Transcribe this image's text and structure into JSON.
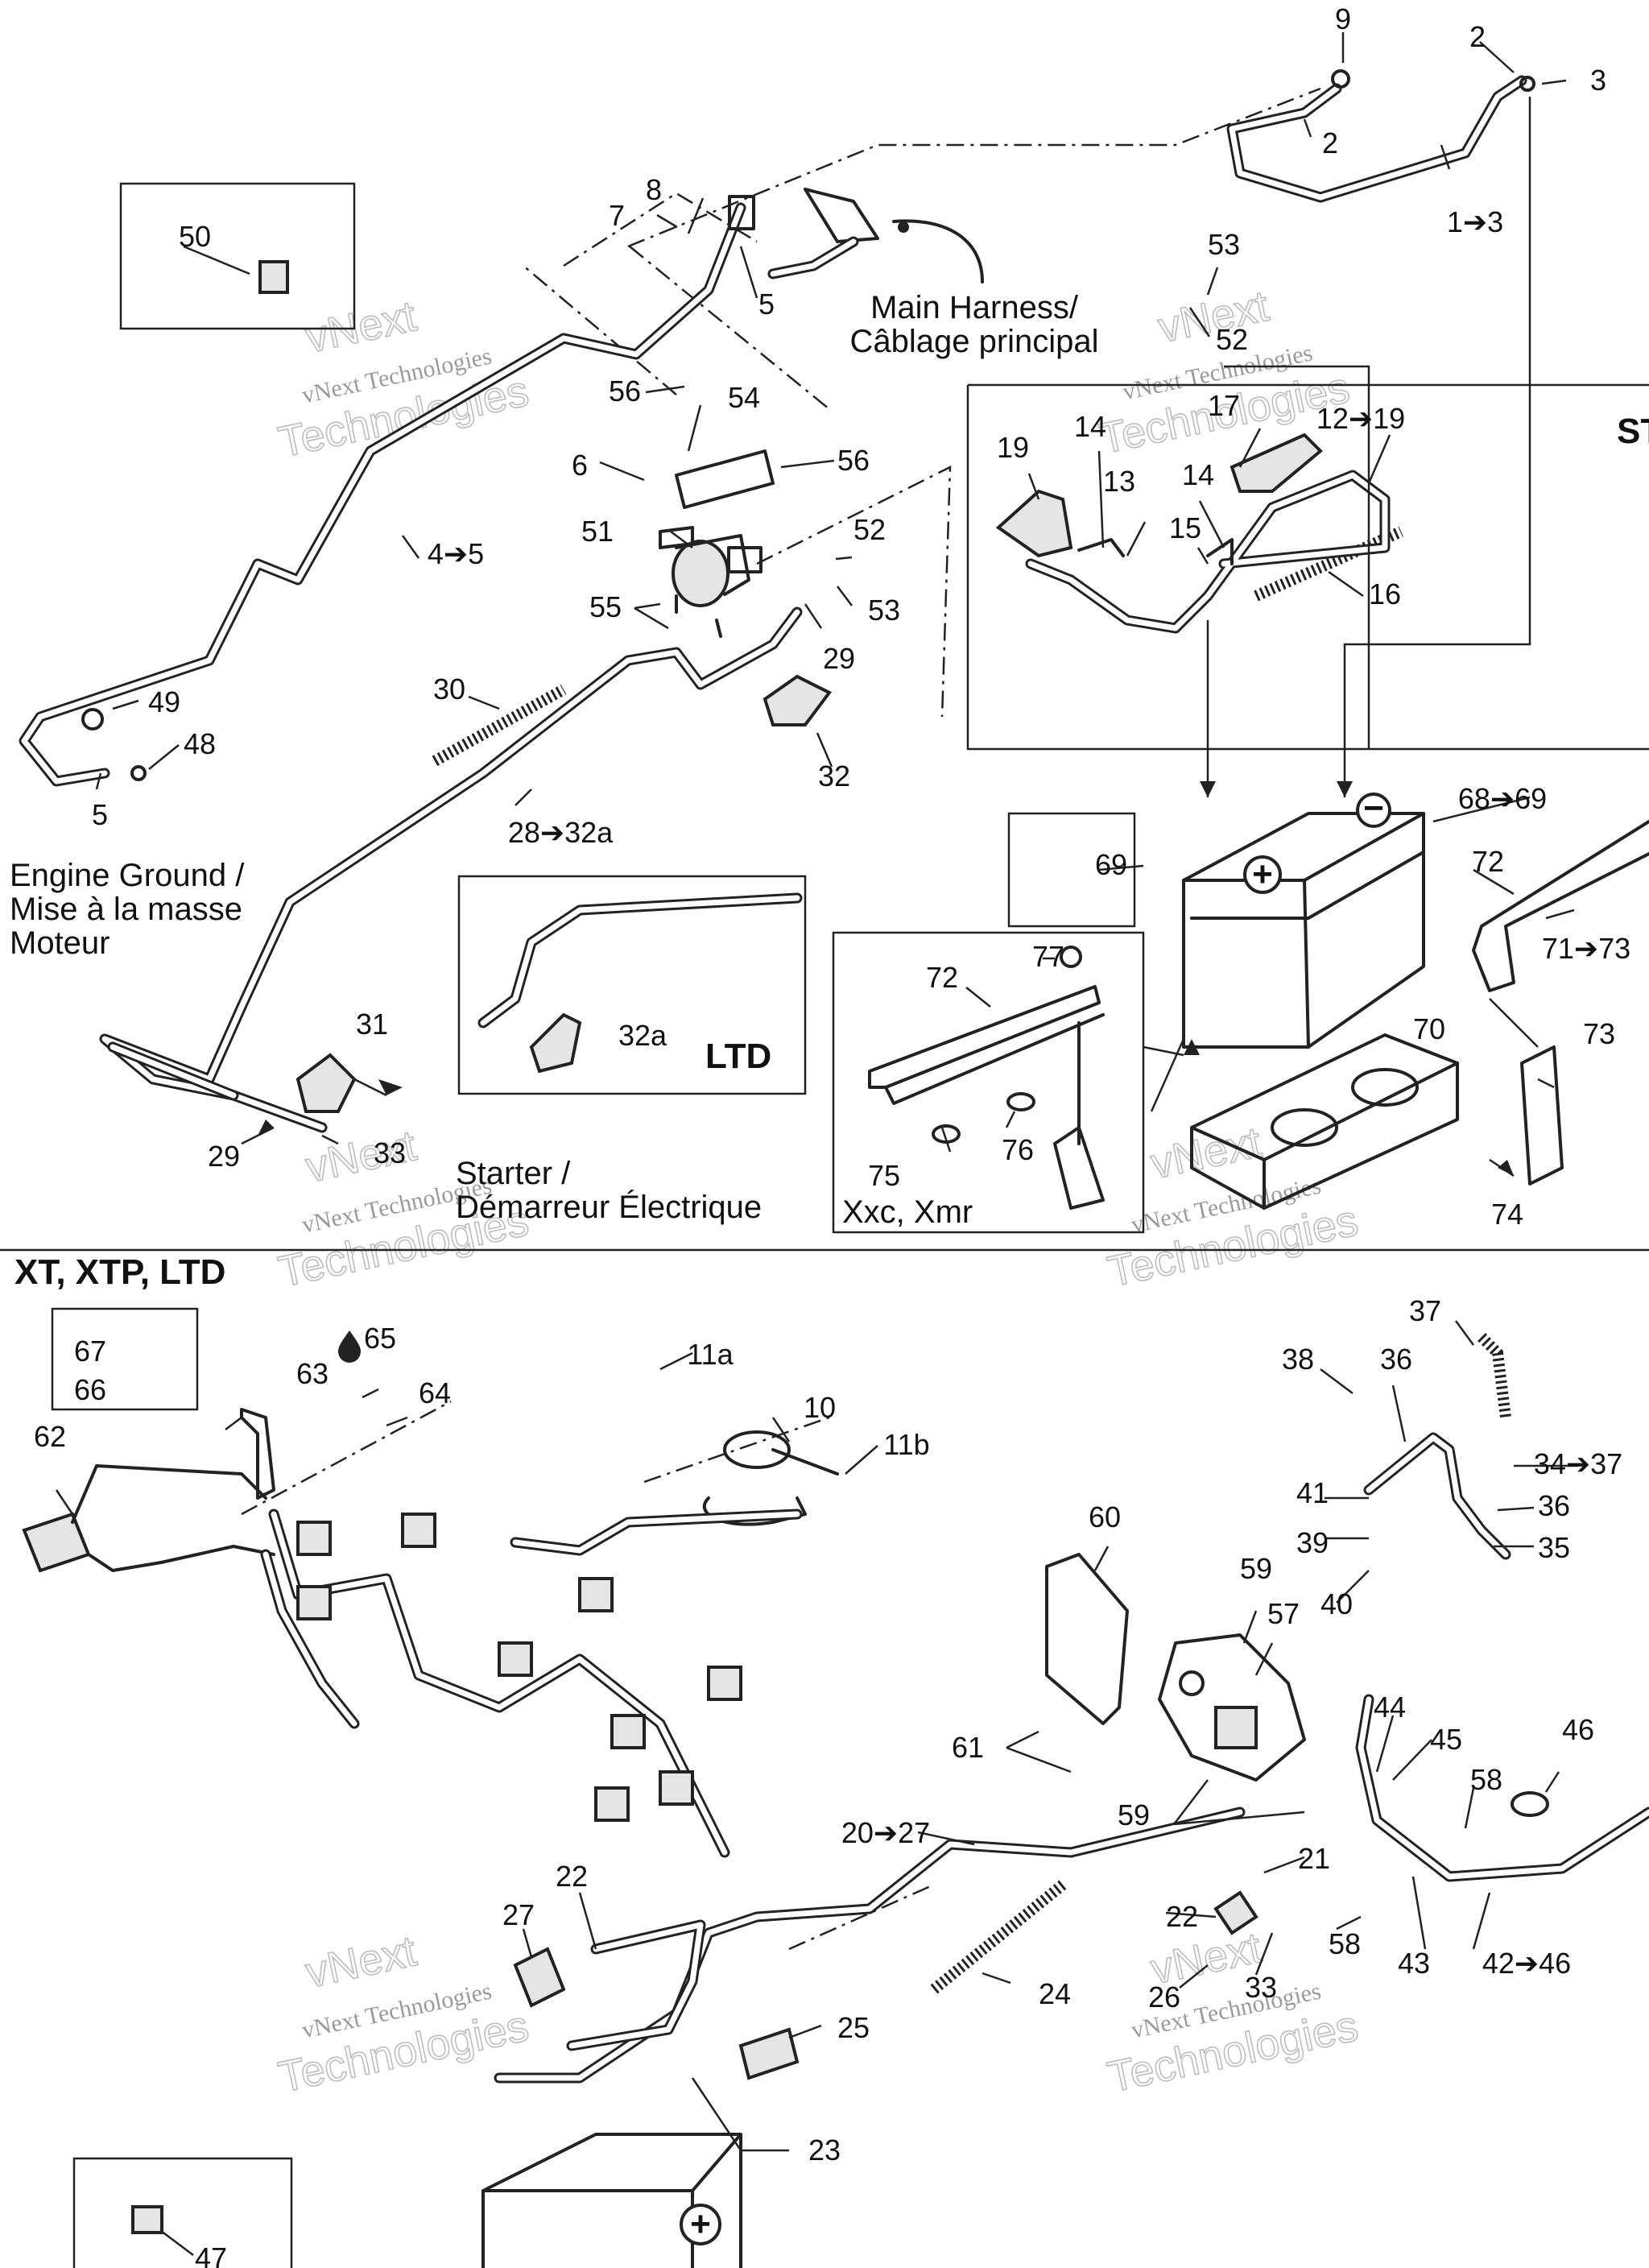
{
  "callouts": {
    "c1": "9",
    "c2": "2",
    "c3": "3",
    "c4": "2",
    "c5": "1➔3",
    "c6": "8",
    "c7": "7",
    "c8": "5",
    "c9": "50",
    "c10": "53",
    "c11": "52",
    "c12": "56",
    "c13": "54",
    "c14": "17",
    "c15": "12➔19",
    "c16": "19",
    "c17": "14",
    "c18": "13",
    "c19": "14",
    "c20": "15",
    "c21": "16",
    "c22": "6",
    "c23": "56",
    "c24": "51",
    "c25": "52",
    "c26": "53",
    "c27": "55",
    "c28": "29",
    "c29": "4➔5",
    "c30": "30",
    "c31": "49",
    "c32": "48",
    "c33": "5",
    "c34": "32",
    "c35": "28➔32a",
    "c36": "68➔69",
    "c37": "69",
    "c38": "72",
    "c39": "71➔73",
    "c40": "77",
    "c41": "72",
    "c42": "70",
    "c43": "73",
    "c44": "31",
    "c45": "32a",
    "c46": "29",
    "c47": "33",
    "c48": "75",
    "c49": "76",
    "c50": "74",
    "c51": "37",
    "c52": "38",
    "c53": "36",
    "c54": "67",
    "c55": "66",
    "c56": "63",
    "c57": "65",
    "c58": "64",
    "c59": "62",
    "c60": "11a",
    "c61": "10",
    "c62": "11b",
    "c63": "34➔37",
    "c64": "41",
    "c65": "36",
    "c66": "39",
    "c67": "35",
    "c68": "40",
    "c69": "60",
    "c70": "59",
    "c71": "57",
    "c72": "44",
    "c73": "46",
    "c74": "45",
    "c75": "61",
    "c76": "58",
    "c77": "59",
    "c78": "20➔27",
    "c79": "21",
    "c80": "22",
    "c81": "27",
    "c82": "22",
    "c83": "58",
    "c84": "24",
    "c85": "26",
    "c86": "33",
    "c87": "43",
    "c88": "42➔46",
    "c89": "25",
    "c90": "23",
    "c91": "47"
  },
  "labels": {
    "main_harness_en": "Main Harness/",
    "main_harness_fr": "Câblage principal",
    "ground_en": "Engine Ground /",
    "ground_fr1": "Mise à la masse",
    "ground_fr2": "Moteur",
    "starter_en": "Starter /",
    "starter_fr": "Démarreur Électrique",
    "ltd_box": "LTD",
    "models_box": "Xxc, Xmr",
    "section_title": "XT, XTP, LTD",
    "cut_title": "ST"
  },
  "watermark": {
    "line1": "vNext",
    "line2": "vNext Technologies",
    "line3": "Technologies"
  },
  "icons": {
    "battery_positive": "+",
    "battery_negative": "−",
    "oil_drop": "drop-icon"
  }
}
